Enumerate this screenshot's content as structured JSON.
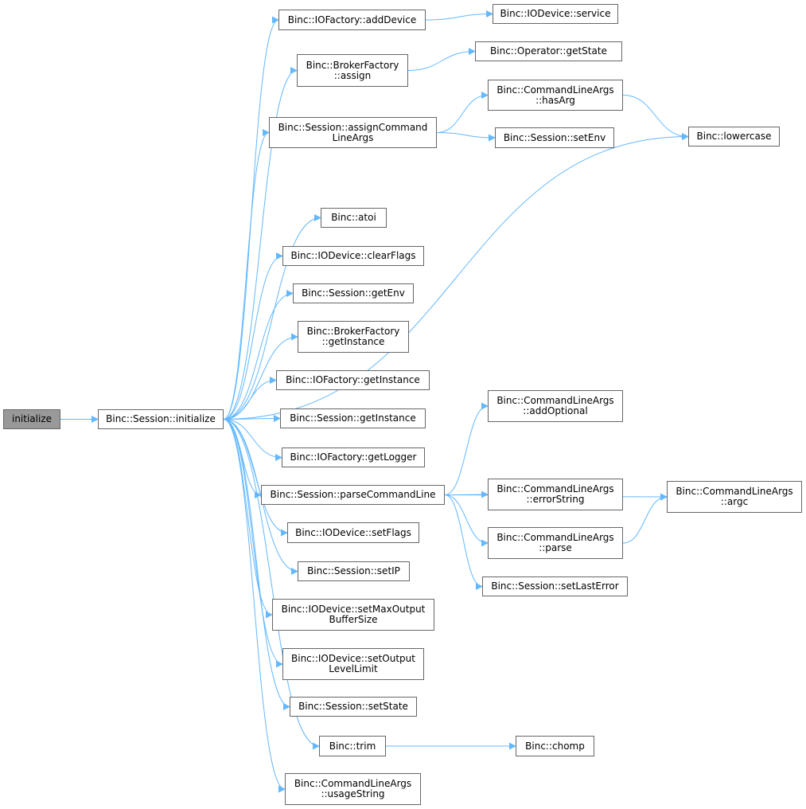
{
  "colors": {
    "edge": "#63b8ff",
    "node_border": "#666666",
    "root_fill": "#999999"
  },
  "nodes": {
    "initialize": [
      "initialize"
    ],
    "session_initialize": [
      "Binc::Session::initialize"
    ],
    "iofactory_adddevice": [
      "Binc::IOFactory::addDevice"
    ],
    "iodevice_service": [
      "Binc::IODevice::service"
    ],
    "brokerfactory_assign": [
      "Binc::BrokerFactory",
      "::assign"
    ],
    "operator_getstate": [
      "Binc::Operator::getState"
    ],
    "session_assigncommandlineargs": [
      "Binc::Session::assignCommand",
      "LineArgs"
    ],
    "commandlineargs_hasarg": [
      "Binc::CommandLineArgs",
      "::hasArg"
    ],
    "session_setenv": [
      "Binc::Session::setEnv"
    ],
    "lowercase": [
      "Binc::lowercase"
    ],
    "atoi": [
      "Binc::atoi"
    ],
    "iodevice_clearflags": [
      "Binc::IODevice::clearFlags"
    ],
    "session_getenv": [
      "Binc::Session::getEnv"
    ],
    "brokerfactory_getinstance": [
      "Binc::BrokerFactory",
      "::getInstance"
    ],
    "iofactory_getinstance": [
      "Binc::IOFactory::getInstance"
    ],
    "session_getinstance": [
      "Binc::Session::getInstance"
    ],
    "iofactory_getlogger": [
      "Binc::IOFactory::getLogger"
    ],
    "session_parsecommandline": [
      "Binc::Session::parseCommandLine"
    ],
    "iodevice_setflags": [
      "Binc::IODevice::setFlags"
    ],
    "session_setip": [
      "Binc::Session::setIP"
    ],
    "iodevice_setmaxoutputbuffersize": [
      "Binc::IODevice::setMaxOutput",
      "BufferSize"
    ],
    "iodevice_setoutputlevellimit": [
      "Binc::IODevice::setOutput",
      "LevelLimit"
    ],
    "session_setstate": [
      "Binc::Session::setState"
    ],
    "trim": [
      "Binc::trim"
    ],
    "chomp": [
      "Binc::chomp"
    ],
    "commandlineargs_usagestring": [
      "Binc::CommandLineArgs",
      "::usageString"
    ],
    "commandlineargs_addoptional": [
      "Binc::CommandLineArgs",
      "::addOptional"
    ],
    "commandlineargs_errorstring": [
      "Binc::CommandLineArgs",
      "::errorString"
    ],
    "commandlineargs_argc": [
      "Binc::CommandLineArgs",
      "::argc"
    ],
    "commandlineargs_parse": [
      "Binc::CommandLineArgs",
      "::parse"
    ],
    "session_setlasterror": [
      "Binc::Session::setLastError"
    ]
  },
  "edges": [
    [
      "initialize",
      "session_initialize"
    ],
    [
      "session_initialize",
      "iofactory_adddevice"
    ],
    [
      "session_initialize",
      "brokerfactory_assign"
    ],
    [
      "session_initialize",
      "session_assigncommandlineargs"
    ],
    [
      "session_initialize",
      "lowercase"
    ],
    [
      "session_initialize",
      "atoi"
    ],
    [
      "session_initialize",
      "iodevice_clearflags"
    ],
    [
      "session_initialize",
      "session_getenv"
    ],
    [
      "session_initialize",
      "brokerfactory_getinstance"
    ],
    [
      "session_initialize",
      "iofactory_getinstance"
    ],
    [
      "session_initialize",
      "session_getinstance"
    ],
    [
      "session_initialize",
      "iofactory_getlogger"
    ],
    [
      "session_initialize",
      "session_parsecommandline"
    ],
    [
      "session_initialize",
      "iodevice_setflags"
    ],
    [
      "session_initialize",
      "session_setip"
    ],
    [
      "session_initialize",
      "iodevice_setmaxoutputbuffersize"
    ],
    [
      "session_initialize",
      "iodevice_setoutputlevellimit"
    ],
    [
      "session_initialize",
      "session_setstate"
    ],
    [
      "session_initialize",
      "trim"
    ],
    [
      "session_initialize",
      "commandlineargs_usagestring"
    ],
    [
      "iofactory_adddevice",
      "iodevice_service"
    ],
    [
      "brokerfactory_assign",
      "operator_getstate"
    ],
    [
      "session_assigncommandlineargs",
      "commandlineargs_hasarg"
    ],
    [
      "session_assigncommandlineargs",
      "session_setenv"
    ],
    [
      "commandlineargs_hasarg",
      "lowercase"
    ],
    [
      "trim",
      "chomp"
    ],
    [
      "session_parsecommandline",
      "commandlineargs_addoptional"
    ],
    [
      "session_parsecommandline",
      "commandlineargs_argc"
    ],
    [
      "session_parsecommandline",
      "commandlineargs_errorstring"
    ],
    [
      "session_parsecommandline",
      "commandlineargs_parse"
    ],
    [
      "session_parsecommandline",
      "session_setlasterror"
    ],
    [
      "commandlineargs_parse",
      "commandlineargs_argc"
    ]
  ]
}
